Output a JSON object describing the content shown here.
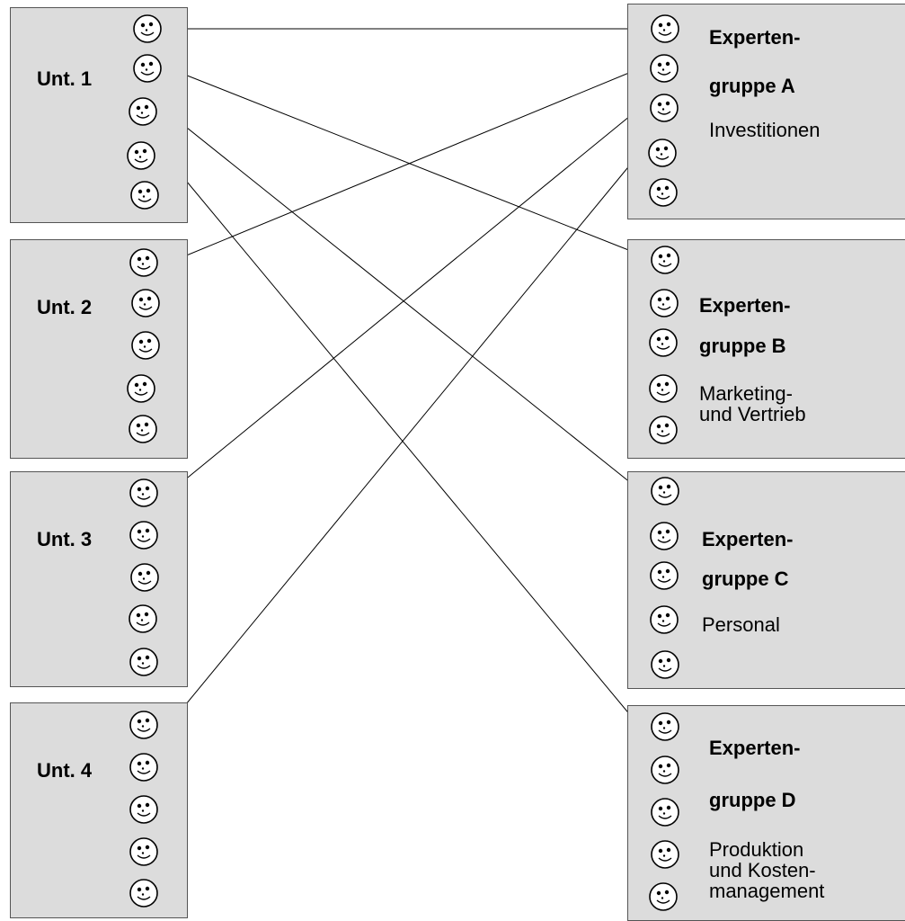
{
  "companies": [
    {
      "label": "Unt. 1"
    },
    {
      "label": "Unt. 2"
    },
    {
      "label": "Unt. 3"
    },
    {
      "label": "Unt. 4"
    }
  ],
  "expert_groups": [
    {
      "title_1": "Experten-",
      "title_2": "gruppe A",
      "topic": "Investitionen"
    },
    {
      "title_1": "Experten-",
      "title_2": "gruppe B",
      "topic": "Marketing-\nund Vertrieb"
    },
    {
      "title_1": "Experten-",
      "title_2": "gruppe C",
      "topic": "Personal"
    },
    {
      "title_1": "Experten-",
      "title_2": "gruppe D",
      "topic": "Produktion\nund Kosten-\nmanagement"
    }
  ],
  "colors": {
    "box_fill": "#dcdcdc",
    "box_border": "#555555",
    "line": "#000000"
  },
  "icons": {
    "member": "smiley-face-icon"
  }
}
